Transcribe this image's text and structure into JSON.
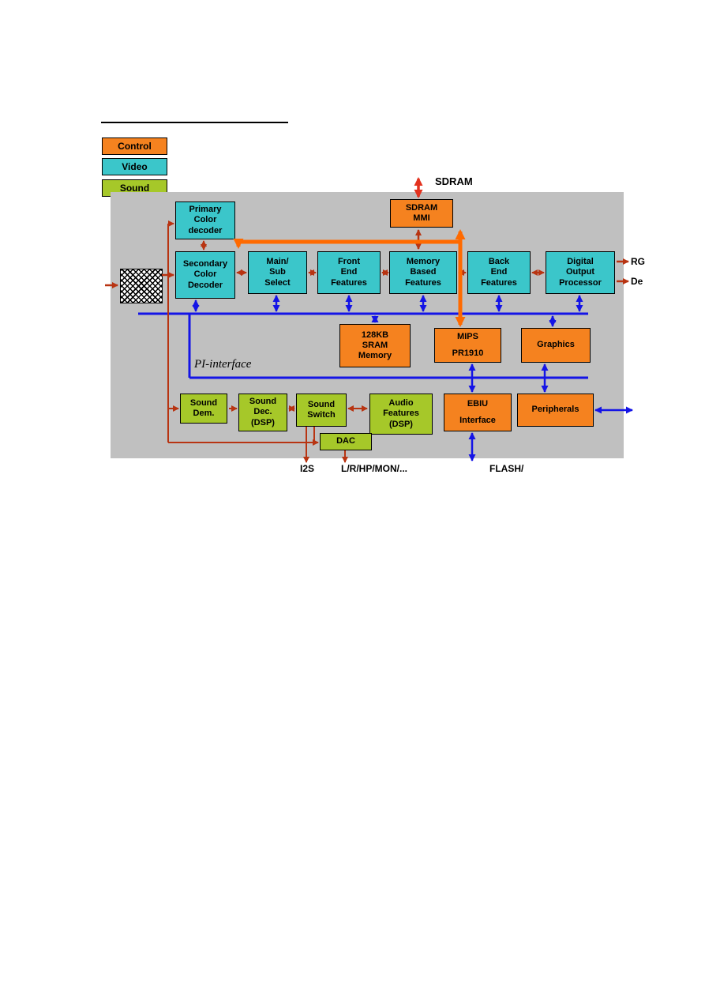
{
  "colors": {
    "page-bg": "#ffffff",
    "diagram-bg": "#c0c0c0",
    "orange": "#f5821f",
    "cyan": "#3bc6ca",
    "green": "#a6c829",
    "blue-arrow": "#1414e6",
    "red-arrow": "#b83412",
    "red-arrow2": "#e3321e",
    "thick-orange": "#ff6a00",
    "border": "#000000"
  },
  "legend": {
    "control": "Control",
    "video": "Video",
    "sound": "Sound"
  },
  "diagram": {
    "sdram_label": "SDRAM",
    "pi_interface_label": "PI-interface",
    "blocks": {
      "sdram_mmi": "SDRAM\nMMI",
      "primary_decoder": "Primary\nColor\ndecoder",
      "secondary_decoder": "Secondary\nColor\nDecoder",
      "main_sub_select": "Main/\nSub\nSelect",
      "front_end": "Front\nEnd\nFeatures",
      "memory_based": "Memory\nBased\nFeatures",
      "back_end": "Back\nEnd\nFeatures",
      "digital_output": "Digital\nOutput\nProcessor",
      "sram_128kb": "128KB\nSRAM\nMemory",
      "mips": "MIPS\nPR1910",
      "graphics": "Graphics",
      "sound_dem": "Sound\nDem.",
      "sound_dec": "Sound\nDec.\n(DSP)",
      "sound_switch": "Sound\nSwitch",
      "audio_features": "Audio\nFeatures\n(DSP)",
      "ebiu": "EBIU\nInterface",
      "peripherals": "Peripherals",
      "dac": "DAC"
    },
    "outputs": {
      "rgb": "RG",
      "denc": "De"
    },
    "io_labels": {
      "i2s": "I2S",
      "analog_out": "L/R/HP/MON/...",
      "flash": "FLASH/"
    }
  }
}
